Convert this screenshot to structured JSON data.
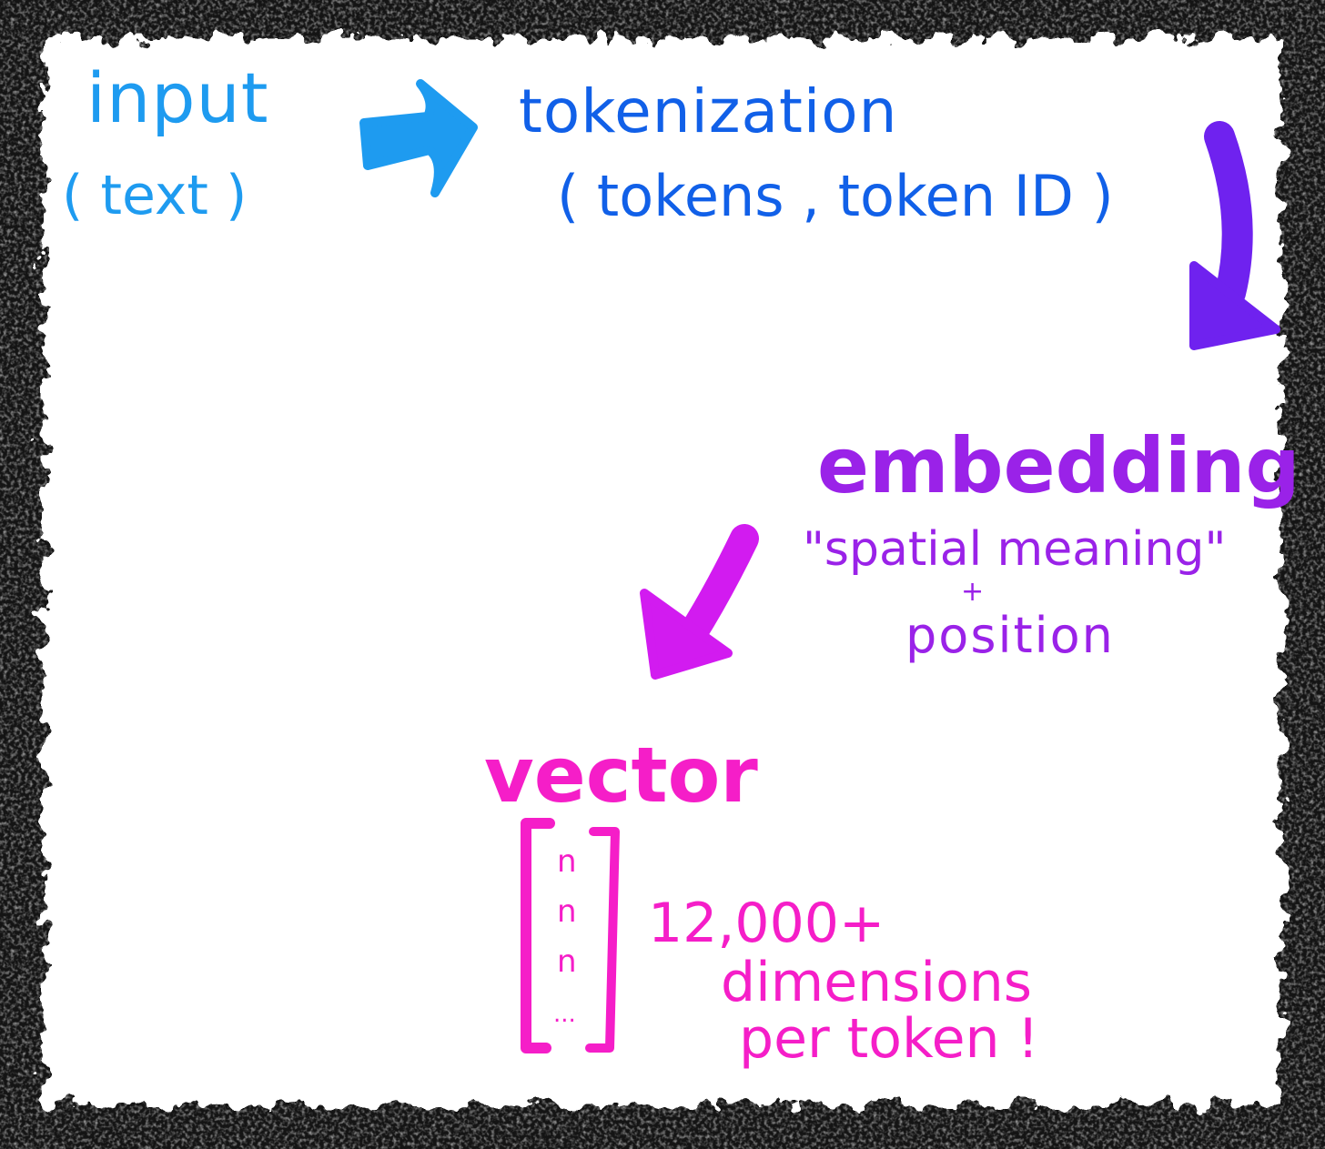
{
  "colors": {
    "input": "#1e9bf0",
    "tokenization": "#1160e8",
    "arrow_down": "#6f22ef",
    "embedding": "#9a22e8",
    "arrow_diag": "#d21bf0",
    "vector": "#f51ec8",
    "border": "#111111"
  },
  "input": {
    "title": "input",
    "subtitle": "( text )"
  },
  "tokenization": {
    "title": "tokenization",
    "subtitle": "( tokens , token ID )"
  },
  "embedding": {
    "title": "embedding",
    "quote": "\"spatial meaning\"",
    "plus": "+",
    "position": "position"
  },
  "vector": {
    "title": "vector",
    "entries": [
      "n",
      "n",
      "n",
      "..."
    ],
    "dims_line1": "12,000+",
    "dims_line2": "dimensions",
    "dims_line3": "per token !"
  }
}
